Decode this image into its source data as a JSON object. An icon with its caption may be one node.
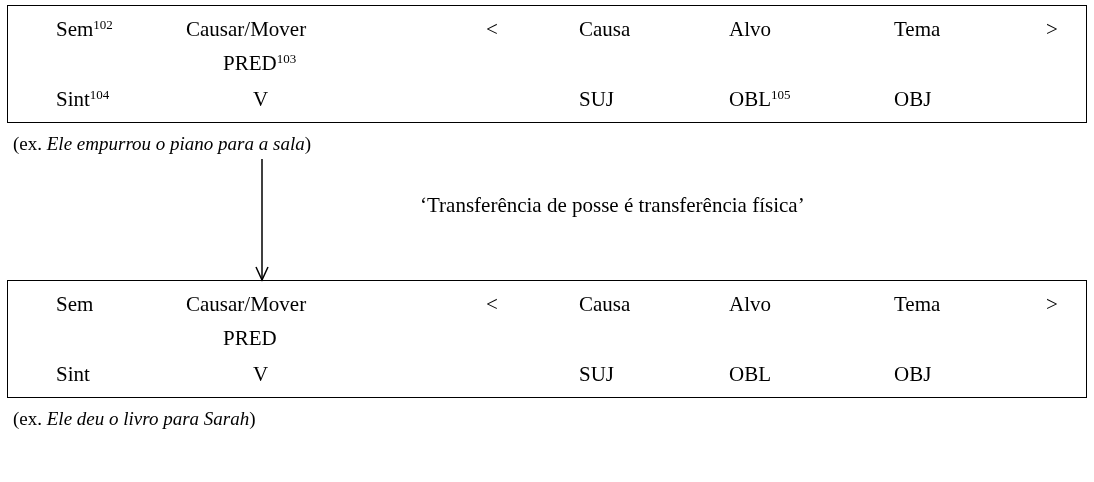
{
  "diagram": {
    "nodes": [
      {
        "text": [
          "Sem$^{102}$",
          "Causar/Mover",
          "<",
          "Causa",
          "Alvo",
          "Tema",
          ">",
          "PRED$^{103}$",
          "Sint$^{104}$",
          "V",
          "SUJ",
          "OBL$^{105}$",
          "OBJ"
        ],
        "beside": [
          "(ex. *Ele empurrou o piano para a sala*)"
        ]
      },
      {
        "text": [
          "Sem",
          "Causar/Mover",
          "<",
          "Causa",
          "Alvo",
          "Tema",
          ">",
          "PRED",
          "Sint",
          "V",
          "SUJ",
          "OBL",
          "OBJ"
        ],
        "beside": [
          "(ex. *Ele deu o livro para Sarah*)"
        ]
      }
    ],
    "edges": [
      {
        "from": 0,
        "to": 1,
        "arrow": "to"
      }
    ],
    "labels": [
      "‘Transferência de posse é transferência física’"
    ]
  }
}
